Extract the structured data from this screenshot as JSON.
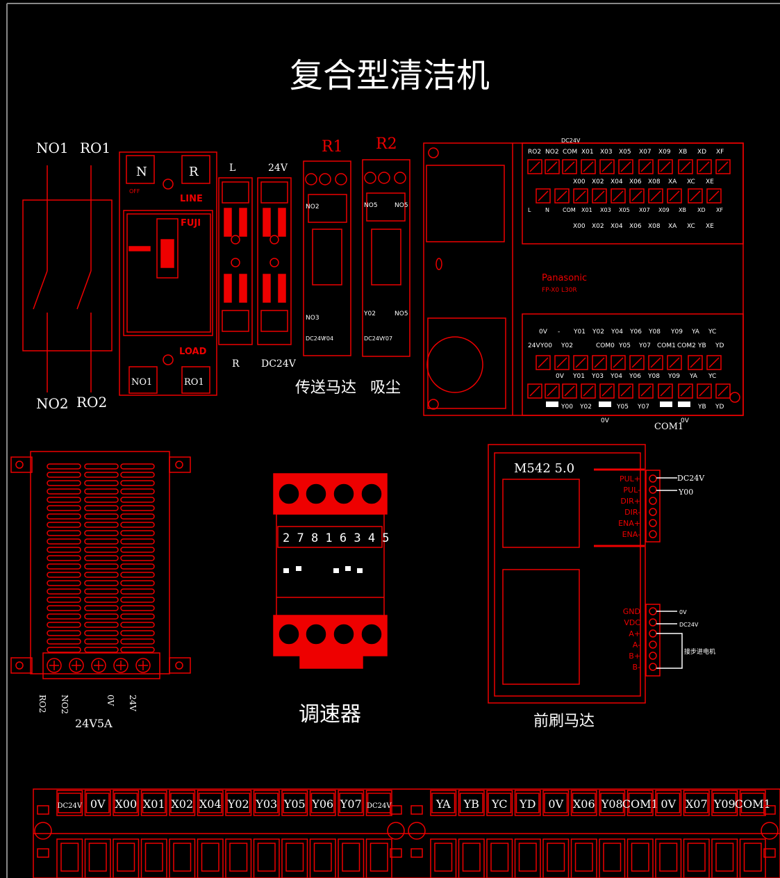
{
  "title": "复合型清洁机",
  "breaker": {
    "terminals_top": [
      "NO1",
      "RO1"
    ],
    "terminals_bottom": [
      "NO2",
      "RO2"
    ],
    "top_labels": [
      "N",
      "R"
    ],
    "line": "LINE",
    "load": "LOAD",
    "brand": "FUJI",
    "off": "OFF",
    "bottom_labels": [
      "NO1",
      "RO1"
    ]
  },
  "fuses": {
    "top": [
      "L",
      "24V"
    ],
    "bottom": [
      "R",
      "DC24V"
    ]
  },
  "relays": [
    {
      "name": "R1",
      "caption": "传送马达",
      "labels": [
        "NO2",
        "NO3",
        "DC24V",
        "Y04"
      ]
    },
    {
      "name": "R2",
      "caption": "吸尘",
      "labels": [
        "NO5",
        "NO5",
        "Y02",
        "NO5",
        "DC24V",
        "Y07"
      ]
    }
  ],
  "plc": {
    "brand": "Panasonic",
    "model": "FP-X0 L30R",
    "dc24v": "DC24V",
    "top_row1": [
      "RO2",
      "NO2",
      "COM",
      "X01",
      "X03",
      "X05",
      "X07",
      "X09",
      "XB",
      "XD",
      "XF"
    ],
    "top_row2": [
      "X00",
      "X02",
      "X04",
      "X06",
      "X08",
      "XA",
      "XC",
      "XE"
    ],
    "top_row3": [
      "L",
      "N",
      "COM",
      "X01",
      "X03",
      "X05",
      "X07",
      "X09",
      "XB",
      "XD",
      "XF"
    ],
    "top_row4": [
      "X00",
      "X02",
      "X04",
      "X06",
      "X08",
      "XA",
      "XC",
      "XE"
    ],
    "bot_row1": [
      "0V",
      "-",
      "Y01",
      "Y02",
      "Y04",
      "Y06",
      "Y08",
      "Y09",
      "YA",
      "YC"
    ],
    "bot_row2": [
      "24V",
      "Y00",
      "Y02",
      "COM0",
      "Y05",
      "Y07",
      "COM1",
      "COM2",
      "YB",
      "YD"
    ],
    "bot_row3": [
      "0V",
      "Y01",
      "Y03",
      "Y04",
      "Y06",
      "Y08",
      "Y09",
      "YA",
      "YC"
    ],
    "bot_row4": [
      "Y00",
      "Y02",
      "Y05",
      "Y07",
      "YB",
      "YD"
    ],
    "under": [
      "0V",
      "COM1",
      "0V"
    ]
  },
  "psu": {
    "terminals": [
      "RO2",
      "NO2",
      "0V",
      "24V"
    ],
    "caption": "24V5A"
  },
  "speed": {
    "digits": "2 7 8 1 6 3 4 5",
    "caption": "调速器"
  },
  "driver": {
    "model": "M542 5.0",
    "signal_pins": [
      "PUL+",
      "PUL-",
      "DIR+",
      "DIR-",
      "ENA+",
      "ENA-"
    ],
    "power_pins": [
      "GND",
      "VDC",
      "A+",
      "A-",
      "B+",
      "B-"
    ],
    "wire_signal": [
      "DC24V",
      "Y00"
    ],
    "wire_power": [
      "0V",
      "DC24V"
    ],
    "motor_label": "接步进电机",
    "caption": "前刷马达"
  },
  "terminal_strip": {
    "left": [
      "DC24V",
      "0V",
      "X00",
      "X01",
      "X02",
      "X04",
      "Y02",
      "Y03",
      "Y05",
      "Y06",
      "Y07",
      "DC24V"
    ],
    "right": [
      "YA",
      "YB",
      "YC",
      "YD",
      "0V",
      "X06",
      "Y08",
      "COM1",
      "0V",
      "X07",
      "Y09",
      "COM1"
    ]
  }
}
